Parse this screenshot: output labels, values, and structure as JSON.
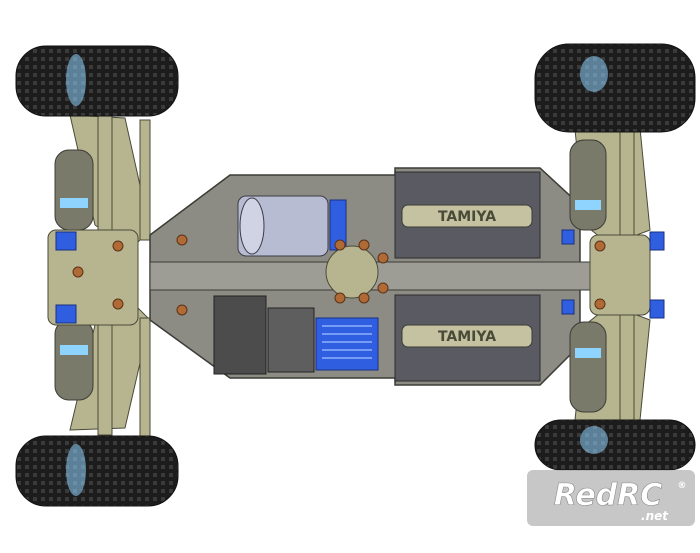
{
  "image": {
    "subject": "rc-car-chassis-cad-top-view",
    "palette": {
      "chassis": "#8c8c84",
      "chassis_edge": "#3c3c36",
      "arms": "#b7b58f",
      "tire": "#1c1c1c",
      "tire_tread": "#3a3a3a",
      "hub_glow": "#8fd3ff",
      "blue_parts": "#2f5fe0",
      "copper_bolts": "#b06a36",
      "battery": "#5a5a62",
      "motor": "#b8bcd2",
      "esc": "#4c4c4c"
    },
    "battery_labels": [
      "TAMIYA",
      "TAMIYA"
    ],
    "watermark": {
      "brand": "RedRC",
      "suffix": ".net",
      "registered": "®"
    }
  }
}
